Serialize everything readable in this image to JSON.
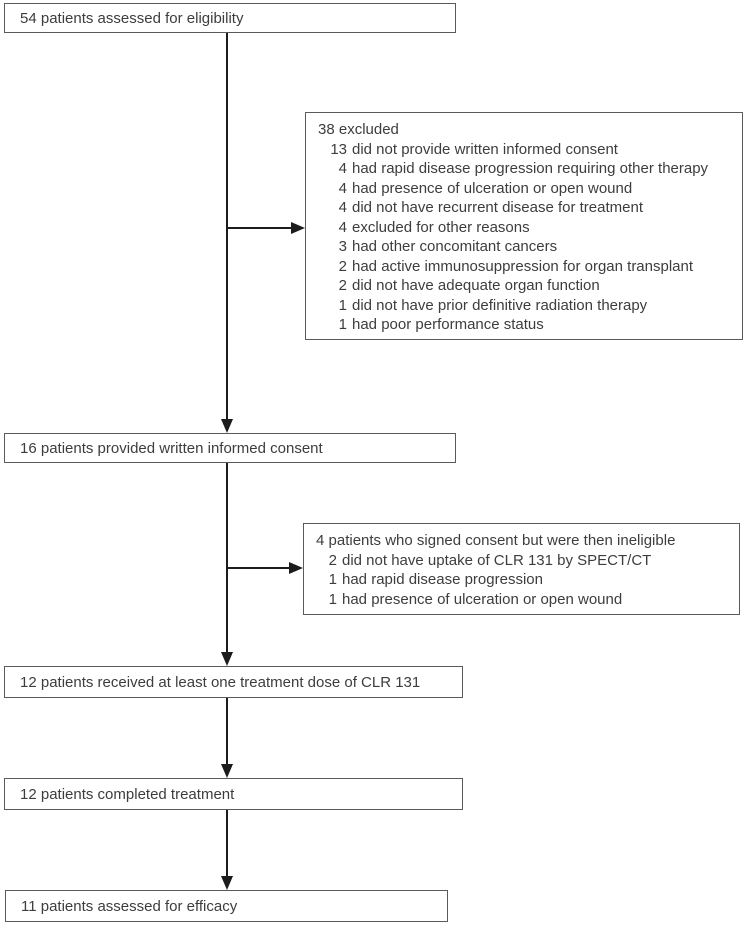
{
  "boxes": {
    "eligibility": "54 patients assessed for eligibility",
    "consent": "16 patients provided written informed consent",
    "treated": "12 patients received at least one treatment dose of CLR 131",
    "completed": "12 patients completed treatment",
    "efficacy": "11 patients assessed for efficacy"
  },
  "excluded_main": {
    "heading": "38 excluded",
    "items": [
      {
        "num": "13",
        "text": "did not provide written informed consent"
      },
      {
        "num": "4",
        "text": "had rapid disease progression requiring other therapy"
      },
      {
        "num": "4",
        "text": "had presence of ulceration or open wound"
      },
      {
        "num": "4",
        "text": "did not have recurrent disease for treatment"
      },
      {
        "num": "4",
        "text": "excluded for other reasons"
      },
      {
        "num": "3",
        "text": "had other concomitant cancers"
      },
      {
        "num": "2",
        "text": "had active immunosuppression for organ transplant"
      },
      {
        "num": "2",
        "text": "did not have adequate organ function"
      },
      {
        "num": "1",
        "text": "did not have prior definitive radiation therapy"
      },
      {
        "num": "1",
        "text": "had poor performance status"
      }
    ]
  },
  "excluded_post_consent": {
    "heading": "4 patients who signed consent but were then ineligible",
    "items": [
      {
        "num": "2",
        "text": "did not have uptake of CLR 131 by SPECT/CT"
      },
      {
        "num": "1",
        "text": "had rapid disease progression"
      },
      {
        "num": "1",
        "text": "had presence of ulceration or open wound"
      }
    ]
  },
  "colors": {
    "background": "#ffffff",
    "border": "#5a5a5a",
    "text": "#3d3d3d",
    "arrow": "#1c1c1c"
  }
}
